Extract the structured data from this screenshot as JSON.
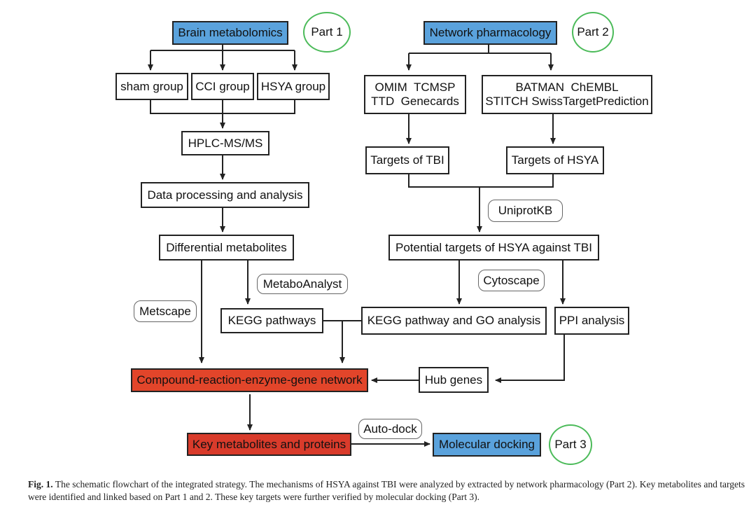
{
  "part1": {
    "title": "Brain metabolomics",
    "label": "Part 1",
    "groups": [
      "sham group",
      "CCI group",
      "HSYA group"
    ],
    "step_hplc": "HPLC-MS/MS",
    "step_processing": "Data processing and analysis",
    "step_differential": "Differential metabolites",
    "tool_metabo": "MetaboAnalyst",
    "tool_metscape": "Metscape",
    "kegg": "KEGG pathways"
  },
  "part2": {
    "title": "Network pharmacology",
    "label": "Part 2",
    "db_left": [
      "OMIM  TCMSP",
      "TTD  Genecards"
    ],
    "db_right": [
      "BATMAN  ChEMBL",
      "STITCH SwissTargetPrediction"
    ],
    "targets_tbi": "Targets of TBI",
    "targets_hsya": "Targets of HSYA",
    "tool_uniprot": "UniprotKB",
    "potential": "Potential targets of HSYA against TBI",
    "tool_cytoscape": "Cytoscape",
    "kegg_go": "KEGG pathway and GO analysis",
    "ppi": "PPI analysis",
    "hub": "Hub genes"
  },
  "network": "Compound-reaction-enzyme-gene network",
  "part3": {
    "key": "Key metabolites and proteins",
    "tool_autodock": "Auto-dock",
    "docking": "Molecular docking",
    "label": "Part 3"
  },
  "caption": {
    "fig_label": "Fig. 1.",
    "text": "The schematic flowchart of the integrated strategy. The mechanisms of HSYA against TBI were analyzed by  extracted by network pharmacology (Part 2). Key metabolites and targets were identified and linked based on Part 1 and 2. These key targets were further verified by molecular docking (Part 3)."
  },
  "colors": {
    "blue_box": "#5aa2dc",
    "red_box": "#e2452a",
    "part_circle": "#4cbb5a",
    "line": "#222222"
  }
}
